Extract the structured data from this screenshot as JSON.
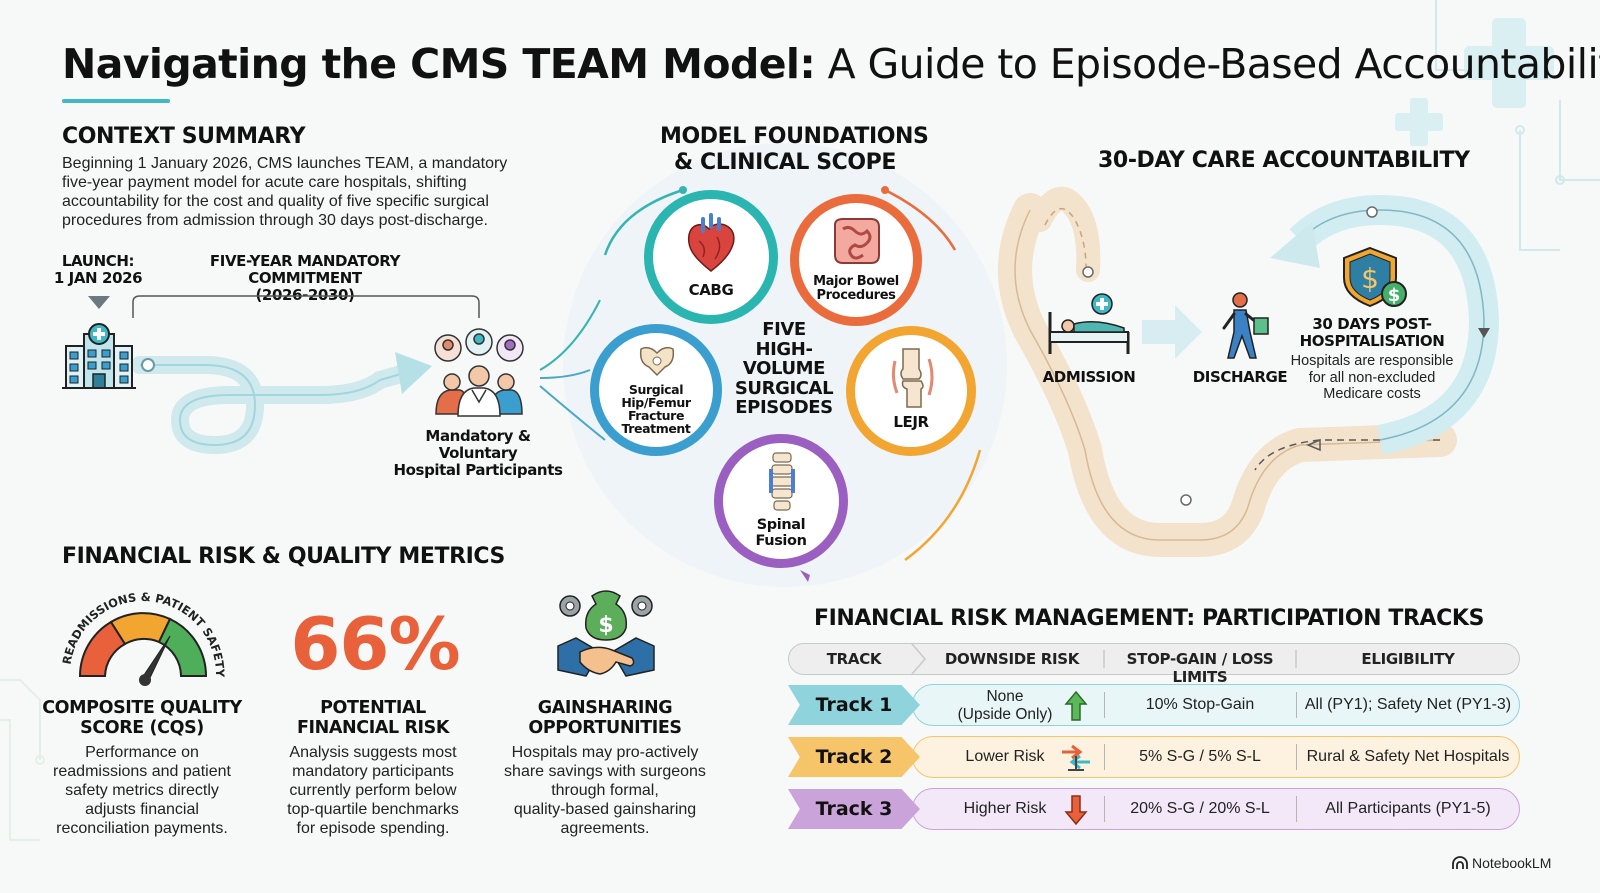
{
  "title": {
    "bold": "Navigating the CMS TEAM Model:",
    "rest": " A Guide to Episode-Based Accountability"
  },
  "context": {
    "heading": "CONTEXT SUMMARY",
    "body": [
      "Beginning 1 January 2026, CMS launches TEAM, a mandatory",
      "five-year payment model for acute care hospitals, shifting",
      "accountability for the cost and quality of five specific surgical",
      "procedures from admission through 30 days post-discharge."
    ],
    "launch": [
      "LAUNCH:",
      "1 JAN 2026"
    ],
    "commitment": [
      "FIVE-YEAR MANDATORY COMMITMENT",
      "(2026-2030)"
    ],
    "participants": [
      "Mandatory & Voluntary",
      "Hospital Participants"
    ]
  },
  "foundations": {
    "heading": [
      "MODEL FOUNDATIONS",
      "& CLINICAL SCOPE"
    ],
    "center": [
      "FIVE",
      "HIGH-",
      "VOLUME",
      "SURGICAL",
      "EPISODES"
    ],
    "episodes": {
      "cabg": [
        "CABG"
      ],
      "bowel": [
        "Major Bowel",
        "Procedures"
      ],
      "hip": [
        "Surgical",
        "Hip/Femur",
        "Fracture",
        "Treatment"
      ],
      "lejr": [
        "LEJR"
      ],
      "spinal": [
        "Spinal",
        "Fusion"
      ]
    }
  },
  "care": {
    "heading": "30-DAY CARE ACCOUNTABILITY",
    "admission": "ADMISSION",
    "discharge": "DISCHARGE",
    "post_title": [
      "30 DAYS POST-",
      "HOSPITALISATION"
    ],
    "post_body": [
      "Hospitals are responsible",
      "for all non-excluded",
      "Medicare costs"
    ]
  },
  "metrics": {
    "heading": "FINANCIAL RISK & QUALITY METRICS",
    "gauge_arc_text": "READMISSIONS & PATIENT SAFETY",
    "cqs_title": [
      "COMPOSITE QUALITY",
      "SCORE (CQS)"
    ],
    "cqs_body": [
      "Performance on",
      "readmissions and patient",
      "safety metrics directly",
      "adjusts financial",
      "reconciliation payments."
    ],
    "risk_value": "66%",
    "risk_title": [
      "POTENTIAL",
      "FINANCIAL RISK"
    ],
    "risk_body": [
      "Analysis suggests most",
      "mandatory participants",
      "currently perform below",
      "top-quartile benchmarks",
      "for episode spending."
    ],
    "gain_title": [
      "GAINSHARING",
      "OPPORTUNITIES"
    ],
    "gain_body": [
      "Hospitals may pro-actively",
      "share savings with surgeons",
      "through formal,",
      "quality-based gainsharing",
      "agreements."
    ]
  },
  "tracks": {
    "heading": "FINANCIAL RISK MANAGEMENT: PARTICIPATION TRACKS",
    "columns": [
      "TRACK",
      "DOWNSIDE RISK",
      "STOP-GAIN / LOSS LIMITS",
      "ELIGIBILITY"
    ],
    "rows": [
      {
        "track": "Track 1",
        "risk": [
          "None",
          "(Upside Only)"
        ],
        "limits": "10% Stop-Gain",
        "eligibility": "All (PY1); Safety Net (PY1-3)"
      },
      {
        "track": "Track 2",
        "risk": [
          "Lower Risk"
        ],
        "limits": "5% S-G / 5% S-L",
        "eligibility": "Rural & Safety Net Hospitals"
      },
      {
        "track": "Track 3",
        "risk": [
          "Higher Risk"
        ],
        "limits": "20% S-G / 20% S-L",
        "eligibility": "All Participants (PY1-5)"
      }
    ],
    "colors": {
      "track1": "#8fd3dd",
      "track2": "#f6c56a",
      "track3": "#c9a3d9"
    }
  },
  "brand": "NotebookLM",
  "colors": {
    "accent_teal": "#3fb8c4",
    "risk_orange": "#e8613a",
    "cabg": "#2bb5b1",
    "bowel": "#ea6c3c",
    "hip": "#3a9fcf",
    "lejr": "#f2a531",
    "spinal": "#9a5fc0"
  }
}
